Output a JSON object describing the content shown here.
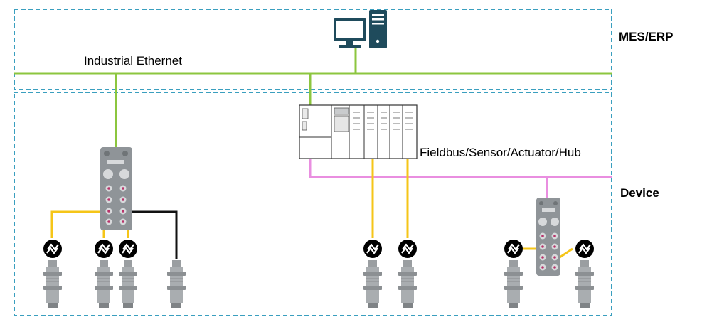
{
  "labels": {
    "network": "Industrial Ethernet",
    "fieldbus": "Fieldbus/Sensor/Actuator/Hub",
    "zone_top": "MES/ERP",
    "zone_bottom": "Device"
  },
  "colors": {
    "zone_border": "#3a9fbf",
    "ethernet": "#8cc63f",
    "fieldbus": "#e98ee0",
    "sensor_cable": "#f5c518",
    "black_cable": "#111111",
    "computer": "#1f4b5c",
    "device_body": "#8f9498",
    "sensor_body": "#a9adb0",
    "sensor_symbol": "#000000"
  },
  "icons": {
    "computer": "desktop-computer-icon",
    "plc": "plc-rack-icon",
    "io_hub": "io-link-hub-icon",
    "sensor": "proximity-sensor-icon",
    "sensor_symbol": "io-link-symbol-icon"
  }
}
